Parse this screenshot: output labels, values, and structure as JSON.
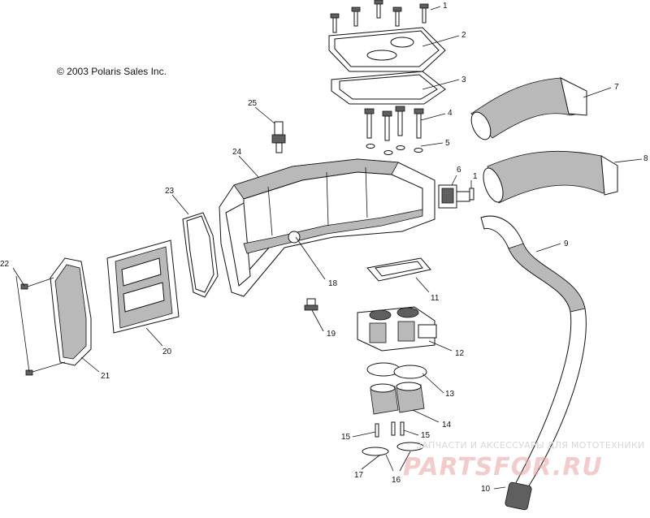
{
  "copyright": "© 2003 Polaris Sales Inc.",
  "callouts": [
    "1",
    "2",
    "3",
    "4",
    "5",
    "6",
    "7",
    "8",
    "9",
    "10",
    "11",
    "12",
    "13",
    "14",
    "15",
    "15",
    "16",
    "17",
    "18",
    "19",
    "20",
    "21",
    "22",
    "23",
    "24",
    "25"
  ],
  "watermark": {
    "tagline": "ЗАПЧАСТИ И АКСЕССУАРЫ ДЛЯ МОТОТЕХНИКИ",
    "logo": "PARTSFOR.RU"
  }
}
